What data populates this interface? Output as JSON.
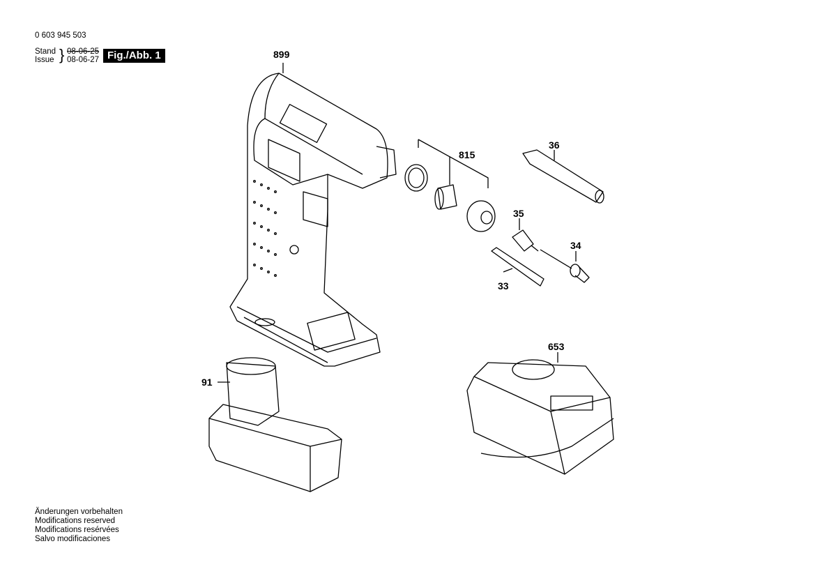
{
  "header": {
    "part_number": "0 603 945 503",
    "stand_label": "Stand",
    "issue_label": "Issue",
    "stand_date": "08-06-25",
    "issue_date": "08-06-27",
    "figure_label": "Fig./Abb. 1"
  },
  "callouts": {
    "c899": "899",
    "c815": "815",
    "c36": "36",
    "c35": "35",
    "c34": "34",
    "c33": "33",
    "c653": "653",
    "c91": "91"
  },
  "footer": {
    "lines": [
      "Änderungen vorbehalten",
      "Modifications reserved",
      "Modifications resérvées",
      "Salvo modificaciones"
    ]
  }
}
